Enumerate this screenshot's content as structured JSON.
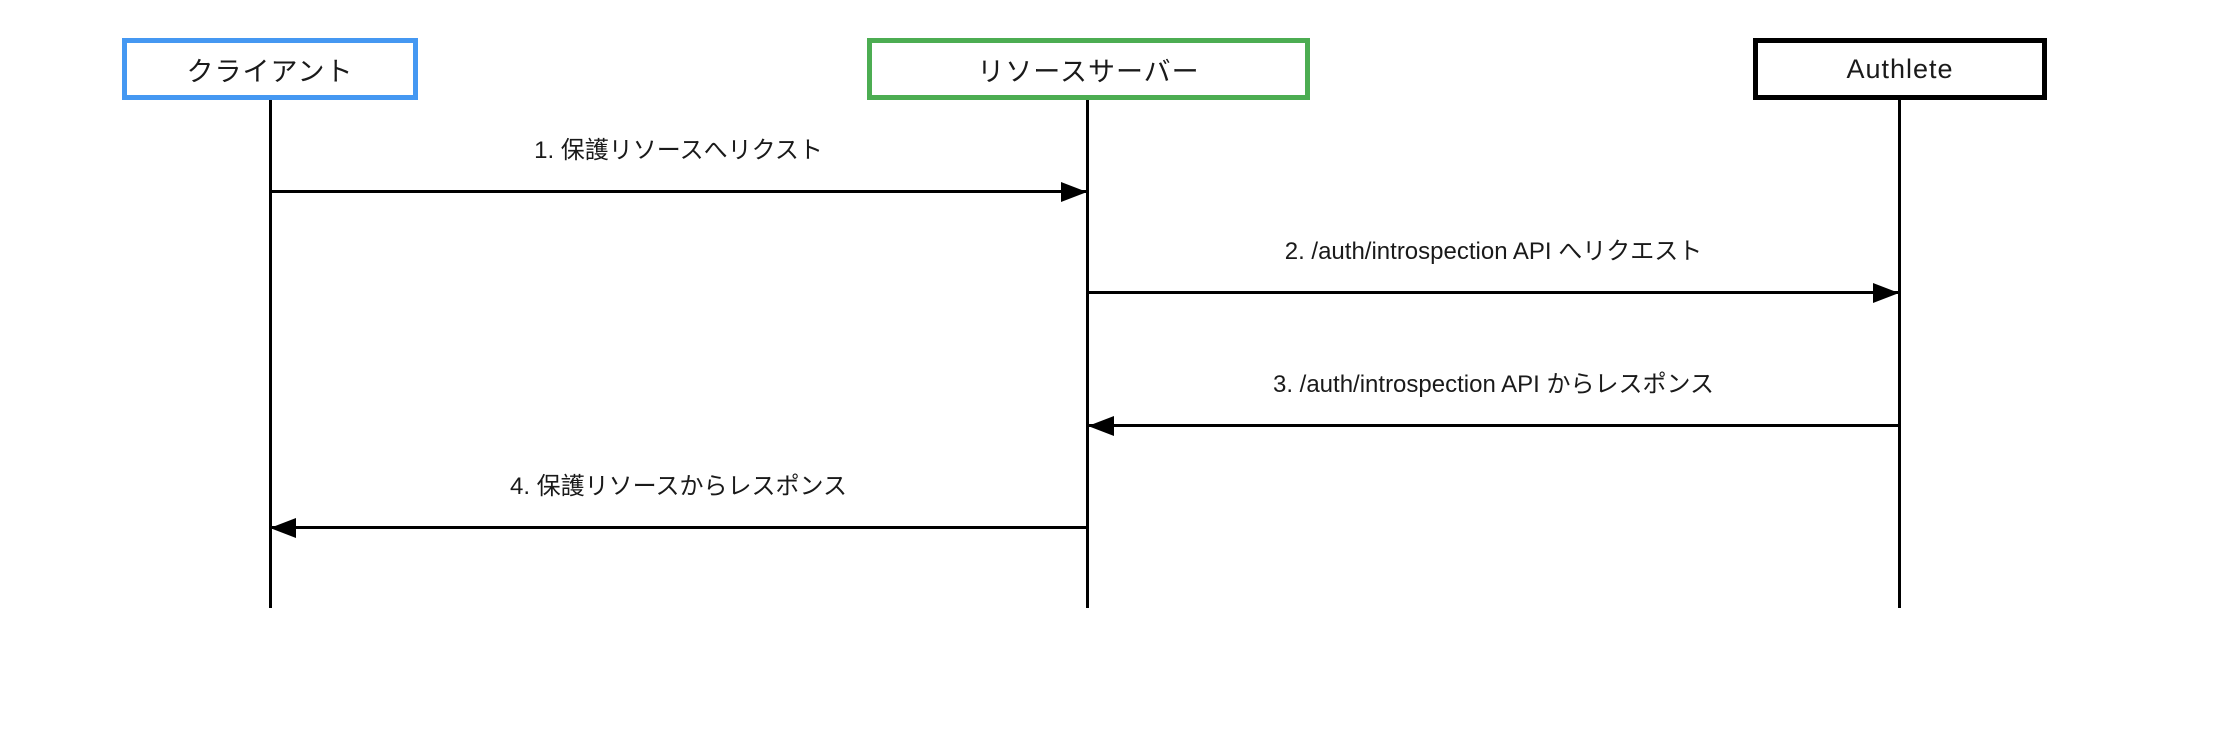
{
  "diagram": {
    "type": "sequence-diagram",
    "actors": [
      {
        "id": "client",
        "label": "クライアント",
        "border_color": "#4598F2"
      },
      {
        "id": "resource-server",
        "label": "リソースサーバー",
        "border_color": "#4CAD52"
      },
      {
        "id": "authlete",
        "label": "Authlete",
        "border_color": "#000000"
      }
    ],
    "messages": [
      {
        "step": 1,
        "label": "1. 保護リソースへリクスト",
        "from": "client",
        "to": "resource-server",
        "direction": "right"
      },
      {
        "step": 2,
        "label": "2. /auth/introspection API へリクエスト",
        "from": "resource-server",
        "to": "authlete",
        "direction": "right"
      },
      {
        "step": 3,
        "label": "3. /auth/introspection API からレスポンス",
        "from": "authlete",
        "to": "resource-server",
        "direction": "left"
      },
      {
        "step": 4,
        "label": "4. 保護リソースからレスポンス",
        "from": "resource-server",
        "to": "client",
        "direction": "left"
      }
    ],
    "line_color": "#000000",
    "background_color": "#ffffff"
  }
}
